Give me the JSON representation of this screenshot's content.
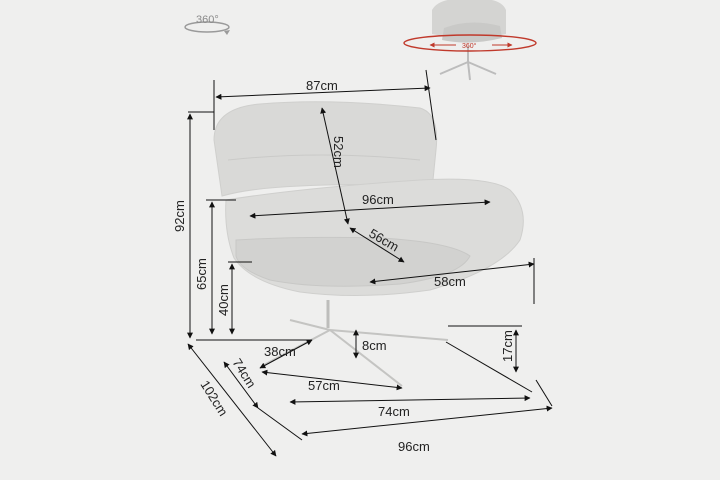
{
  "icons": {
    "rotate_label": "360°",
    "rotate_label_red": "360°"
  },
  "dimensions": {
    "width_top": "87cm",
    "back_height": "52cm",
    "total_height": "92cm",
    "arm_width": "96cm",
    "seat_depth": "56cm",
    "arm_height": "65cm",
    "seat_height": "40cm",
    "seat_width": "58cm",
    "base_leg": "38cm",
    "base_height": "8cm",
    "clearance": "17cm",
    "base_side": "74cm",
    "base_span": "57cm",
    "base_depth": "74cm",
    "side_depth": "102cm",
    "bottom_width": "96cm"
  }
}
